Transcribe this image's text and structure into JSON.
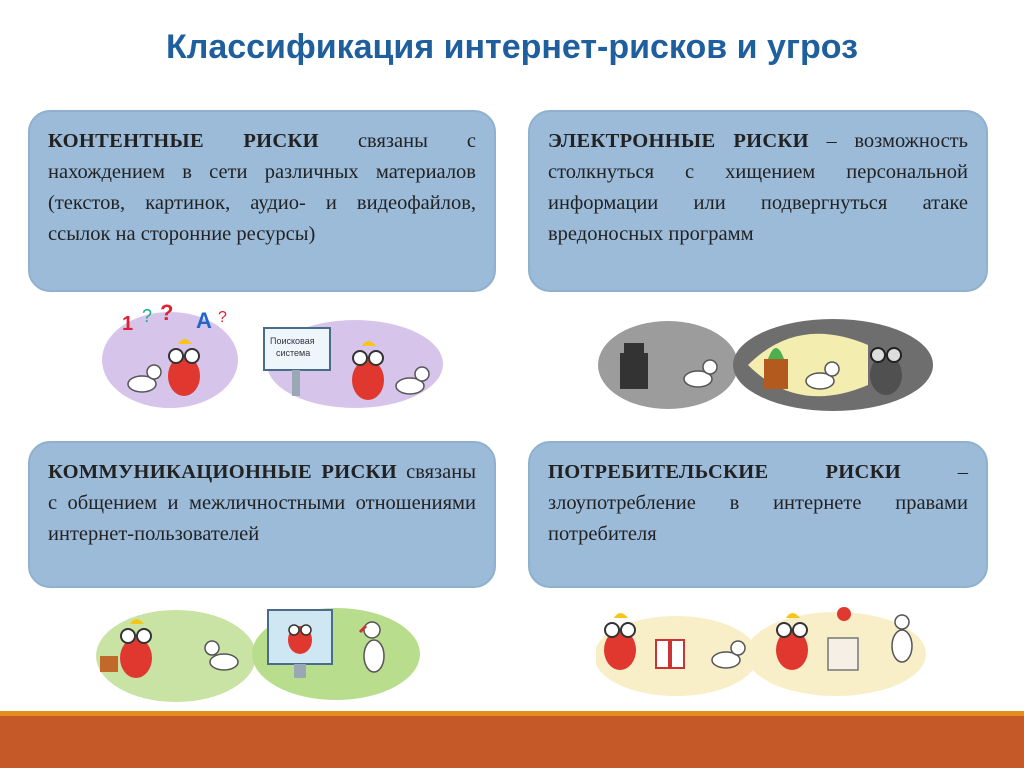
{
  "page": {
    "title": "Классификация интернет-рисков и угроз"
  },
  "cards": {
    "content": {
      "heading": "КОНТЕНТНЫЕ РИСКИ",
      "text": " связаны с нахождением в сети различных материалов (текстов, картинок, аудио- и видеофайлов, ссылок на сторонние ресурсы)"
    },
    "electronic": {
      "heading": "ЭЛЕКТРОННЫЕ РИСКИ",
      "text": " – возможность столкнуться с хищением персональной информации или подвергнуться атаке вредоносных программ"
    },
    "communication": {
      "heading": "КОММУНИКАЦИОННЫЕ РИСКИ",
      "text": " связаны с общением и межличностными отношениями интернет-пользователей"
    },
    "consumer": {
      "heading": "ПОТРЕБИТЕЛЬСКИЕ РИСКИ",
      "text": " – злоупотребление в интернете правами потребителя"
    }
  },
  "illustrations": {
    "search_sign": "Поисковая система"
  },
  "colors": {
    "title": "#1f5f9e",
    "card_bg": "#9bbbd9",
    "bar_orange": "#e38d1f",
    "bar_red": "#c55a28"
  }
}
